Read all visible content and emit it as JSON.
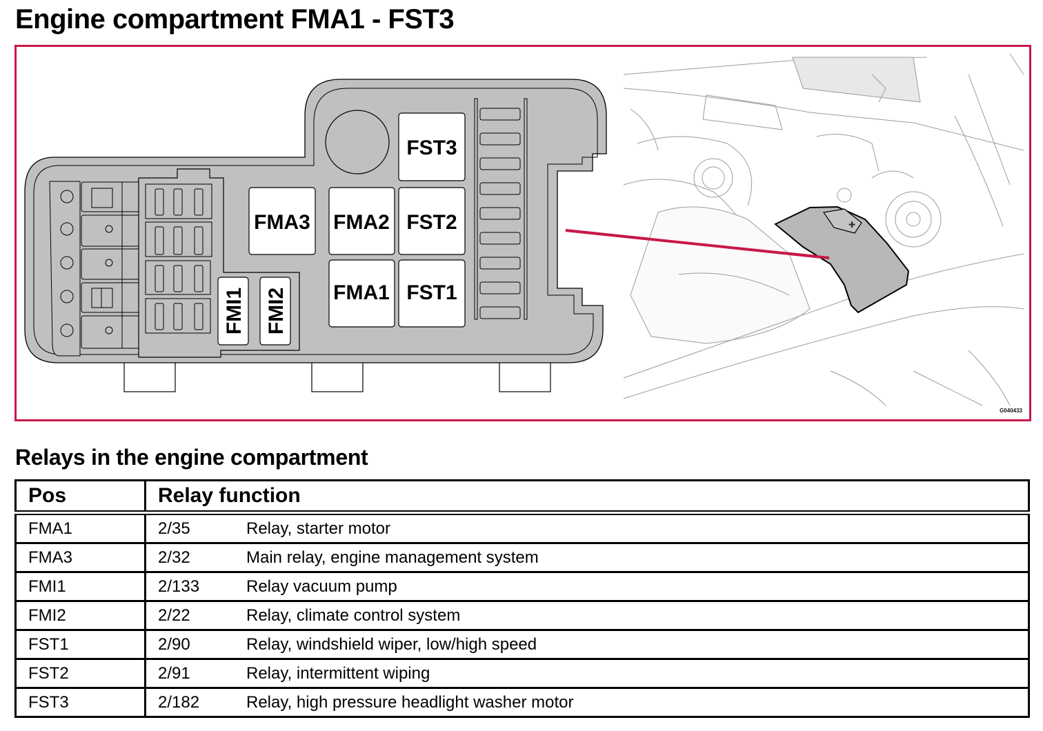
{
  "page": {
    "title": "Engine compartment FMA1 - FST3",
    "figure_code": "G040433"
  },
  "diagram": {
    "relay_labels": {
      "FST3": "FST3",
      "FMA3": "FMA3",
      "FMA2": "FMA2",
      "FST2": "FST2",
      "FMA1": "FMA1",
      "FST1": "FST1",
      "FMI1": "FMI1",
      "FMI2": "FMI2"
    },
    "colors": {
      "frame": "#c8184a",
      "pointer": "#c8184a",
      "housing": "#c0c0c0",
      "relay_fill": "#ffffff"
    }
  },
  "table": {
    "title": "Relays in the engine compartment",
    "headers": {
      "pos": "Pos",
      "function": "Relay function"
    },
    "rows": [
      {
        "pos": "FMA1",
        "code": "2/35",
        "function": "Relay, starter motor"
      },
      {
        "pos": "FMA3",
        "code": "2/32",
        "function": "Main relay, engine management system"
      },
      {
        "pos": "FMI1",
        "code": "2/133",
        "function": "Relay vacuum pump"
      },
      {
        "pos": "FMI2",
        "code": "2/22",
        "function": "Relay, climate control system"
      },
      {
        "pos": "FST1",
        "code": "2/90",
        "function": "Relay, windshield wiper, low/high speed"
      },
      {
        "pos": "FST2",
        "code": "2/91",
        "function": "Relay, intermittent wiping"
      },
      {
        "pos": "FST3",
        "code": "2/182",
        "function": "Relay, high pressure headlight washer motor"
      }
    ]
  }
}
